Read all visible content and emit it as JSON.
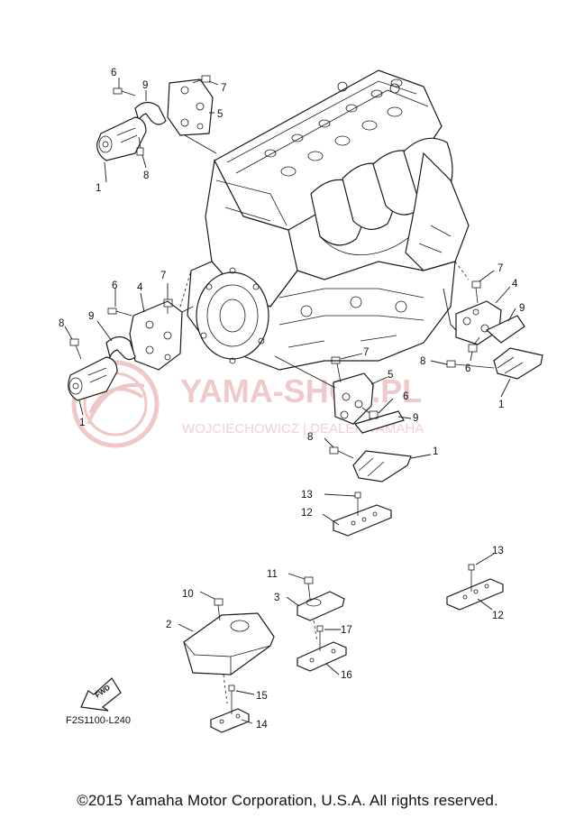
{
  "watermark": {
    "brand": "YAMA-SHOP.PL",
    "tagline": "WOJCIECHOWICZ | DEALER YAMAHA",
    "color": "#e9b9b9"
  },
  "labels": [
    {
      "id": "l6a",
      "text": "6"
    },
    {
      "id": "l9a",
      "text": "9"
    },
    {
      "id": "l7a",
      "text": "7"
    },
    {
      "id": "l5a",
      "text": "5"
    },
    {
      "id": "l8a",
      "text": "8"
    },
    {
      "id": "l1a",
      "text": "1"
    },
    {
      "id": "l6b",
      "text": "6"
    },
    {
      "id": "l4b",
      "text": "4"
    },
    {
      "id": "l7b",
      "text": "7"
    },
    {
      "id": "l8b",
      "text": "8"
    },
    {
      "id": "l9b",
      "text": "9"
    },
    {
      "id": "l1b",
      "text": "1"
    },
    {
      "id": "l7c",
      "text": "7"
    },
    {
      "id": "l4c",
      "text": "4"
    },
    {
      "id": "l9c",
      "text": "9"
    },
    {
      "id": "l8c",
      "text": "8"
    },
    {
      "id": "l6c",
      "text": "6"
    },
    {
      "id": "l1c",
      "text": "1"
    },
    {
      "id": "l7d",
      "text": "7"
    },
    {
      "id": "l5d",
      "text": "5"
    },
    {
      "id": "l6d",
      "text": "6"
    },
    {
      "id": "l9d",
      "text": "9"
    },
    {
      "id": "l8d",
      "text": "8"
    },
    {
      "id": "l1d",
      "text": "1"
    },
    {
      "id": "l13a",
      "text": "13"
    },
    {
      "id": "l12a",
      "text": "12"
    },
    {
      "id": "l13b",
      "text": "13"
    },
    {
      "id": "l12b",
      "text": "12"
    },
    {
      "id": "l11",
      "text": "11"
    },
    {
      "id": "l3",
      "text": "3"
    },
    {
      "id": "l17",
      "text": "17"
    },
    {
      "id": "l16",
      "text": "16"
    },
    {
      "id": "l10",
      "text": "10"
    },
    {
      "id": "l2",
      "text": "2"
    },
    {
      "id": "l15",
      "text": "15"
    },
    {
      "id": "l14",
      "text": "14"
    }
  ],
  "fwd_label": "FWD",
  "drawing_code": "F2S1100-L240",
  "copyright": "©2015 Yamaha Motor Corporation, U.S.A. All rights reserved."
}
